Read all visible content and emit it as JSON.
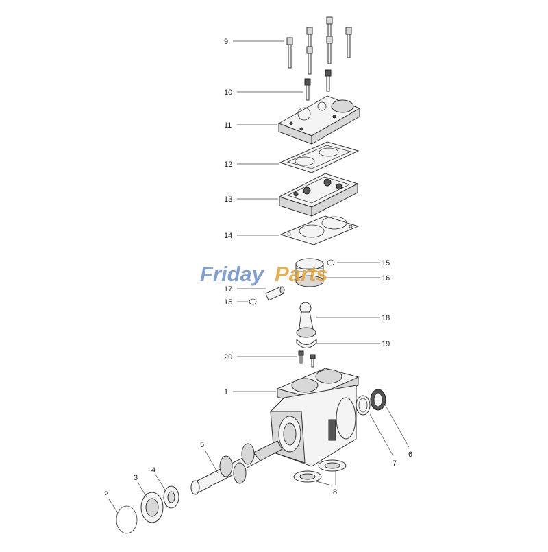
{
  "watermark": {
    "brand_a": "Friday",
    "brand_b": "Parts",
    "color_a": "#6e8fc7",
    "color_b": "#e0a23a"
  },
  "callouts": {
    "c1": "1",
    "c2": "2",
    "c3": "3",
    "c4": "4",
    "c5": "5",
    "c6": "6",
    "c7": "7",
    "c8": "8",
    "c9": "9",
    "c10": "10",
    "c11": "11",
    "c12": "12",
    "c13": "13",
    "c14": "14",
    "c15a": "15",
    "c15b": "15",
    "c16": "16",
    "c17": "17",
    "c18": "18",
    "c19": "19",
    "c20": "20"
  }
}
